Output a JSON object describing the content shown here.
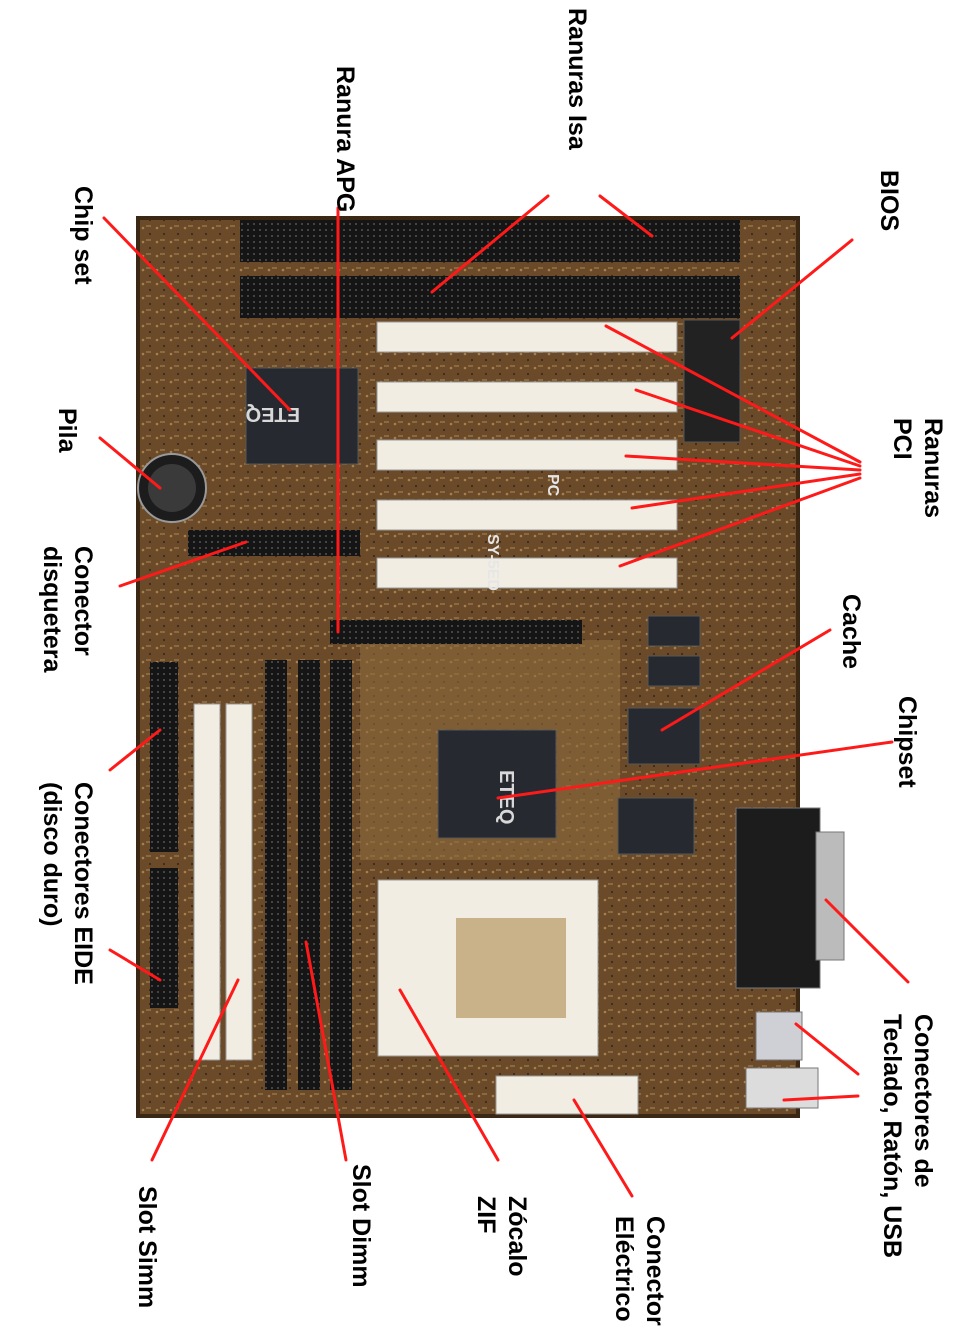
{
  "labels": {
    "ranuras_isa": "Ranuras Isa",
    "ranura_apg": "Ranura APG",
    "chip_set": "Chip set",
    "pila": "Pila",
    "conector_disquetera": "Conector\ndisquetera",
    "conectores_eide": "Conectores EIDE\n(disco duro)",
    "slot_simm": "Slot Simm",
    "slot_dimm": "Slot Dimm",
    "zocalo_zif": "Zócalo\nZIF",
    "conector_electrico": "Conector\nEléctrico",
    "conectores_teclado": "Conectores de\nTeclado, Ratón, USB",
    "chipset": "Chipset",
    "cache": "Cache",
    "ranuras_pci": "Ranuras\nPCI",
    "bios": "BIOS"
  },
  "board_markings": {
    "brand": "ETEQ",
    "model": "SY-5ED",
    "pc": "PC"
  },
  "colors": {
    "leader_line": "#ff1a1a",
    "board_base": "#6b4a2a",
    "board_highlight": "#a8804c",
    "slot_black": "#151515",
    "slot_white": "#f1ede2",
    "chip_dark": "#262a30"
  }
}
